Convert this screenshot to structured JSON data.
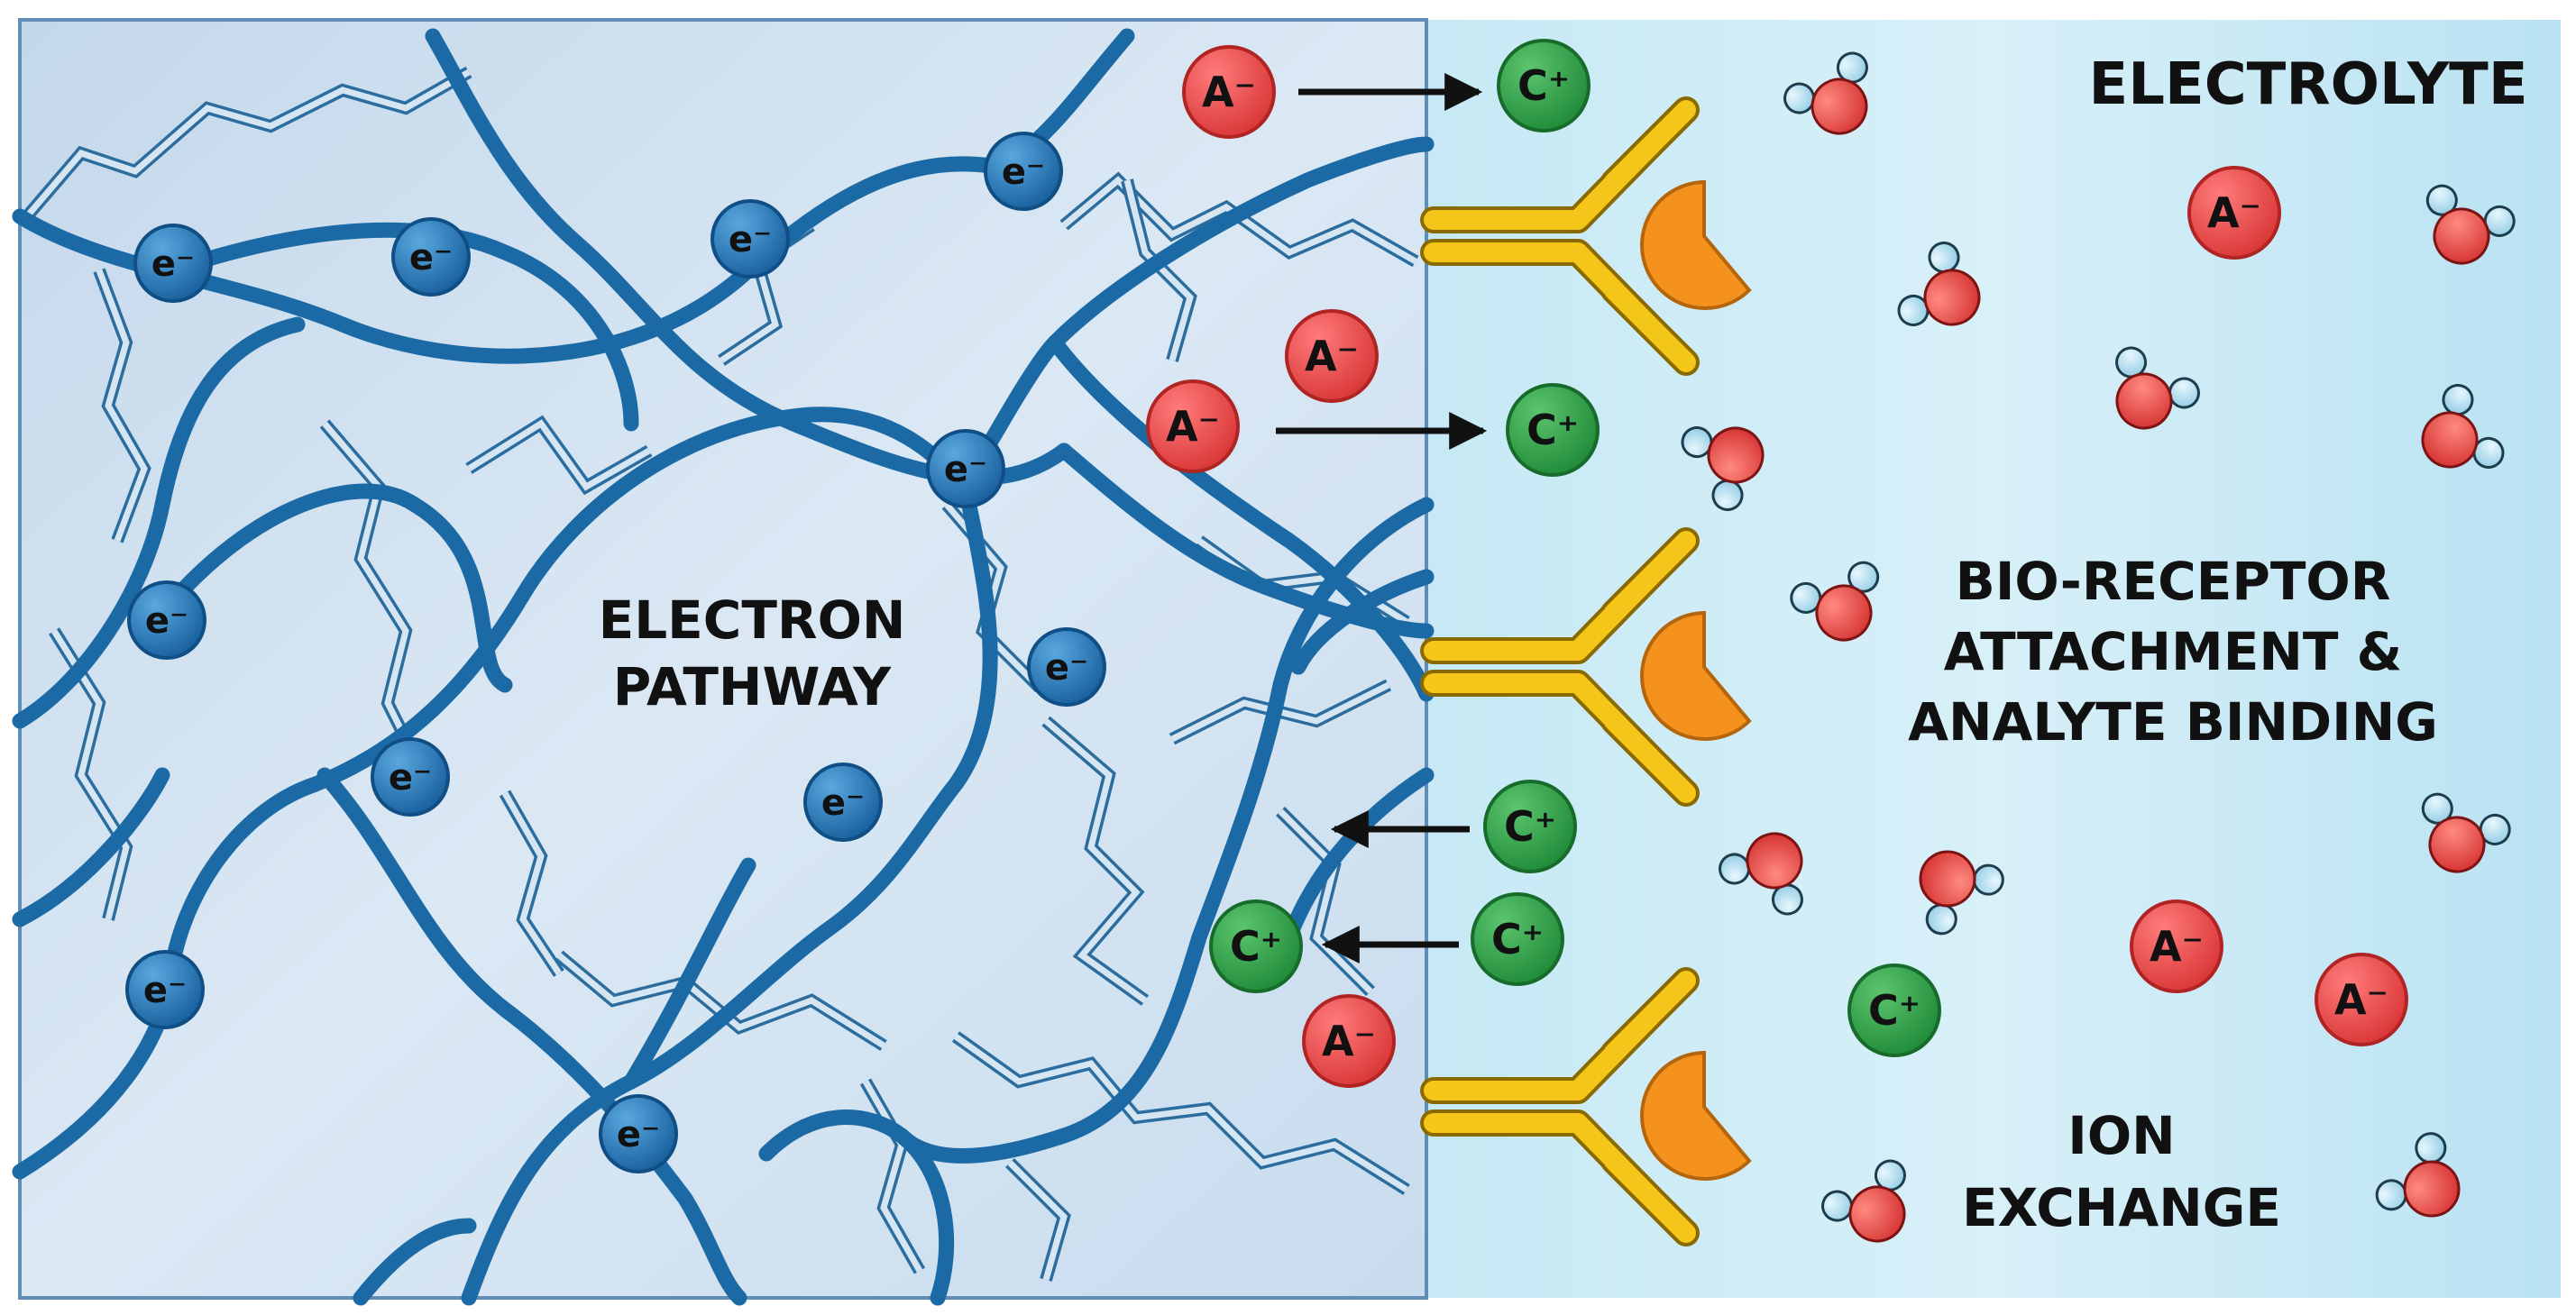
{
  "labels": {
    "electrolyte": "ELECTROLYTE",
    "electron_pathway": [
      "ELECTRON",
      "PATHWAY"
    ],
    "bio_receptor": [
      "BIO-RECEPTOR",
      "ATTACHMENT &",
      "ANALYTE BINDING"
    ],
    "ion_exchange": [
      "ION",
      "EXCHANGE"
    ]
  },
  "ion_symbols": {
    "electron": "e⁻",
    "anion": "A⁻",
    "cation": "C⁺"
  },
  "colors": {
    "polymer_region": "#c7dcee",
    "electrolyte_region": "#bfe6f3",
    "polymer_chain": "#1b6aa5",
    "backbone_line": "#2b6d9e",
    "electron": "#1f74b6",
    "anion": "#e24848",
    "cation": "#2c9a44",
    "antibody": "#f4c61a",
    "analyte": "#f5921e",
    "oxygen": "#e53935",
    "hydrogen": "#b7dff0"
  }
}
